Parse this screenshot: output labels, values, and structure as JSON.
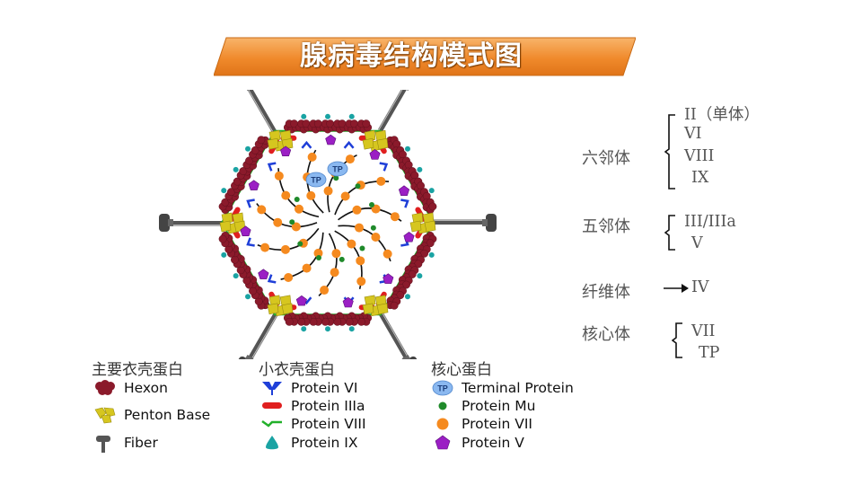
{
  "title": "腺病毒结构模式图",
  "legend": {
    "groups": [
      {
        "header": "主要衣壳蛋白",
        "items": [
          {
            "label": "Hexon",
            "icon": "hexon-icon"
          },
          {
            "label": "Penton Base",
            "icon": "penton-base-icon"
          },
          {
            "label": "Fiber",
            "icon": "fiber-icon"
          }
        ]
      },
      {
        "header": "小衣壳蛋白",
        "items": [
          {
            "label": "Protein VI",
            "icon": "protein-vi-icon"
          },
          {
            "label": "Protein IIIa",
            "icon": "protein-iiia-icon"
          },
          {
            "label": "Protein VIII",
            "icon": "protein-viii-icon"
          },
          {
            "label": "Protein IX",
            "icon": "protein-ix-icon"
          }
        ]
      },
      {
        "header": "核心蛋白",
        "items": [
          {
            "label": "Terminal Protein",
            "icon": "terminal-protein-icon"
          },
          {
            "label": "Protein Mu",
            "icon": "protein-mu-icon"
          },
          {
            "label": "Protein VII",
            "icon": "protein-vii-icon"
          },
          {
            "label": "Protein V",
            "icon": "protein-v-icon"
          }
        ]
      }
    ]
  },
  "diagram": {
    "tp_label": "TP"
  },
  "classification": [
    {
      "name": "六邻体",
      "components": [
        "II（单体）",
        "VI",
        "VIII",
        "IX"
      ]
    },
    {
      "name": "五邻体",
      "components": [
        "III/IIIa",
        "V"
      ]
    },
    {
      "name": "纤维体",
      "arrow": "→",
      "components": [
        "IV"
      ]
    },
    {
      "name": "核心体",
      "components": [
        "VII",
        "TP"
      ]
    }
  ],
  "colors": {
    "title_banner": "#f39a3e",
    "hexon": "#8b1a2b",
    "penton_base": "#d6c61f",
    "fiber": "#555555",
    "protein_vi": "#1f3fd8",
    "protein_iiia": "#e01f1f",
    "protein_viii": "#22b02a",
    "protein_ix": "#1aa3a3",
    "terminal_protein": "#8ab8f0",
    "protein_mu": "#1f8a2a",
    "protein_vii": "#f58a1f",
    "protein_v": "#9b1fc4"
  }
}
